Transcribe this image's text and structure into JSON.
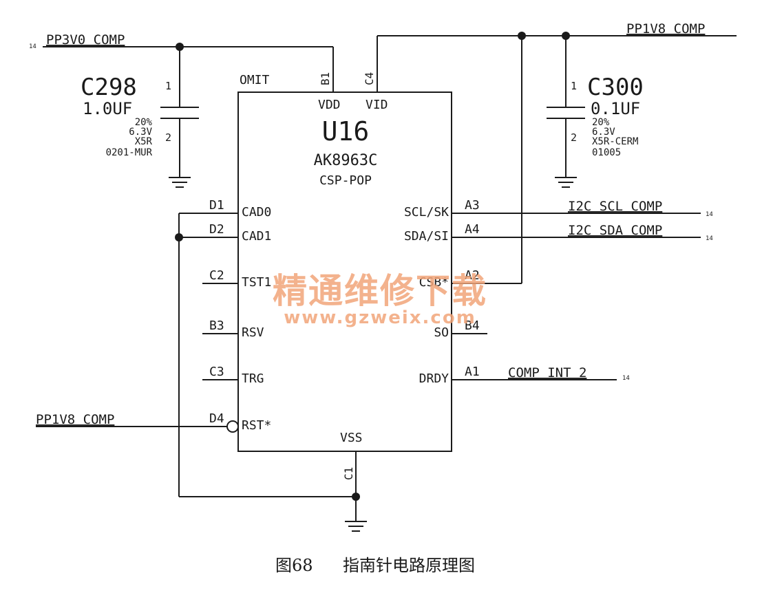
{
  "nets": {
    "pp3v0_comp": "PP3V0_COMP",
    "pp1v8_comp_top": "PP1V8_COMP",
    "pp1v8_comp_left": "PP1V8_COMP",
    "i2c_scl": "I2C_SCL_COMP",
    "i2c_sda": "I2C_SDA_COMP",
    "comp_int": "COMP_INT_2",
    "page_ref": "14"
  },
  "c298": {
    "ref": "C298",
    "value": "1.0UF",
    "tolerance": "20%",
    "voltage": "6.3V",
    "dielectric": "X5R",
    "package": "0201-MUR",
    "pin1": "1",
    "pin2": "2"
  },
  "c300": {
    "ref": "C300",
    "value": "0.1UF",
    "tolerance": "20%",
    "voltage": "6.3V",
    "dielectric": "X5R-CERM",
    "package": "01005",
    "pin1": "1",
    "pin2": "2"
  },
  "u16": {
    "ref": "U16",
    "part": "AK8963C",
    "package": "CSP-POP",
    "omit": "OMIT",
    "pins": {
      "vdd": {
        "name": "VDD",
        "num": "B1"
      },
      "vid": {
        "name": "VID",
        "num": "C4"
      },
      "cad0": {
        "name": "CAD0",
        "num": "D1"
      },
      "cad1": {
        "name": "CAD1",
        "num": "D2"
      },
      "tst1": {
        "name": "TST1",
        "num": "C2"
      },
      "rsv": {
        "name": "RSV",
        "num": "B3"
      },
      "trg": {
        "name": "TRG",
        "num": "C3"
      },
      "rst": {
        "name": "RST*",
        "num": "D4"
      },
      "vss": {
        "name": "VSS",
        "num": "C1"
      },
      "sclsk": {
        "name": "SCL/SK",
        "num": "A3"
      },
      "sdasi": {
        "name": "SDA/SI",
        "num": "A4"
      },
      "csb": {
        "name": "CSB*",
        "num": "A2"
      },
      "so": {
        "name": "SO",
        "num": "B4"
      },
      "drdy": {
        "name": "DRDY",
        "num": "A1"
      }
    }
  },
  "watermark": {
    "text": "精通维修下载",
    "url": "www.gzweix.com",
    "color": "#f2a57a"
  },
  "caption": {
    "figure": "图68",
    "title": "指南针电路原理图"
  }
}
